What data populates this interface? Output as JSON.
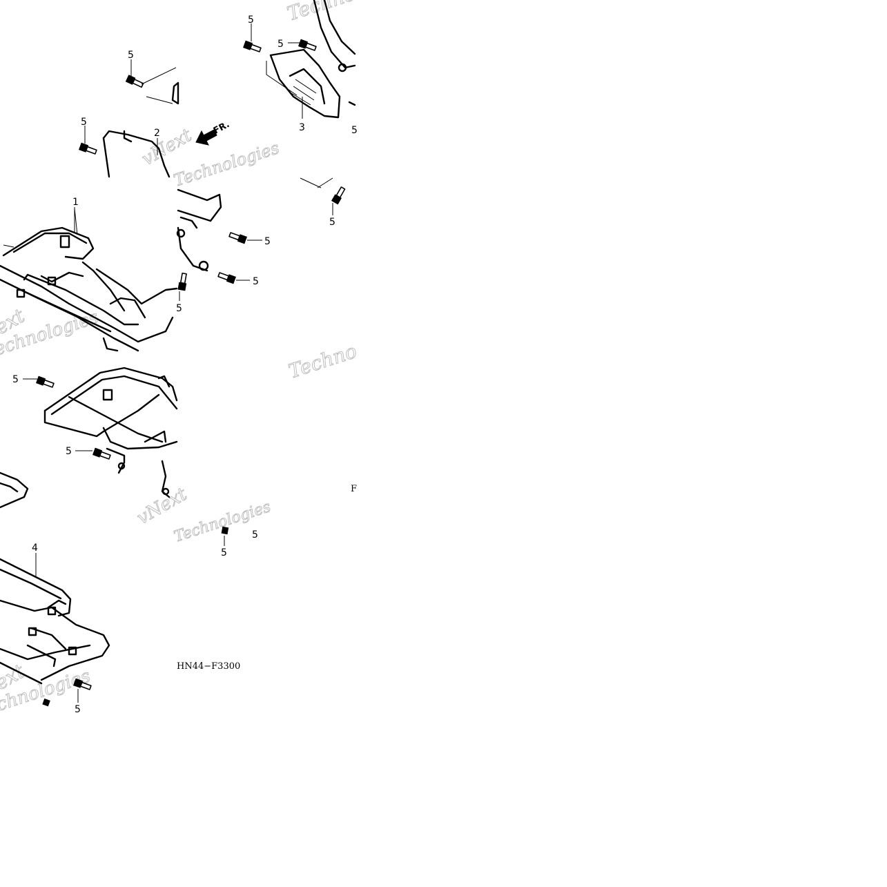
{
  "diagram": {
    "code": "HN44−F3300",
    "direction_label": "FR.",
    "callouts": {
      "c1": "1",
      "c2": "2",
      "c3": "3",
      "c4": "4",
      "c5": "5"
    },
    "watermark": {
      "vnext": "vNext",
      "vnext_tec": "vNext Tec",
      "techno": "Techno",
      "technologies": "Technologies",
      "echnologies": "echnologies",
      "chnologies": "chnologies",
      "ext": "ext"
    }
  }
}
